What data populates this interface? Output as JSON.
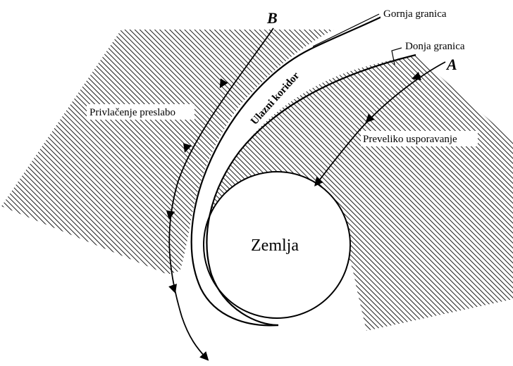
{
  "labels": {
    "point_b": "B",
    "point_a": "A",
    "upper_boundary": "Gornja granica",
    "lower_boundary": "Donja granica",
    "entry_corridor": "Ulazni koridor",
    "too_weak_attraction": "Privlačenje preslabo",
    "too_much_deceleration": "Preveliko usporavanje",
    "earth": "Zemlja"
  },
  "colors": {
    "ink": "#000000",
    "paper": "#ffffff",
    "hatch": "#1a1a1a"
  }
}
